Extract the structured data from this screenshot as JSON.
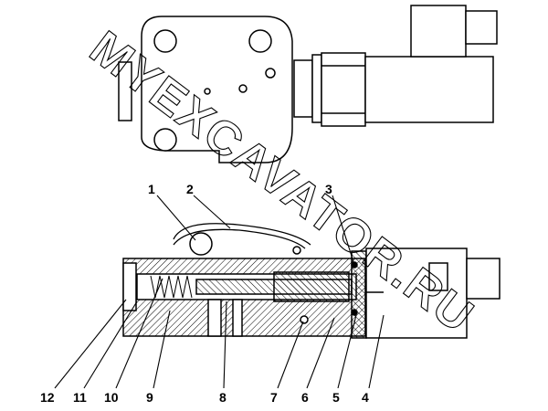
{
  "watermark": "MYEXCAVATOR.RU",
  "callouts": [
    "1",
    "2",
    "3",
    "4",
    "5",
    "6",
    "7",
    "8",
    "9",
    "10",
    "11",
    "12"
  ]
}
